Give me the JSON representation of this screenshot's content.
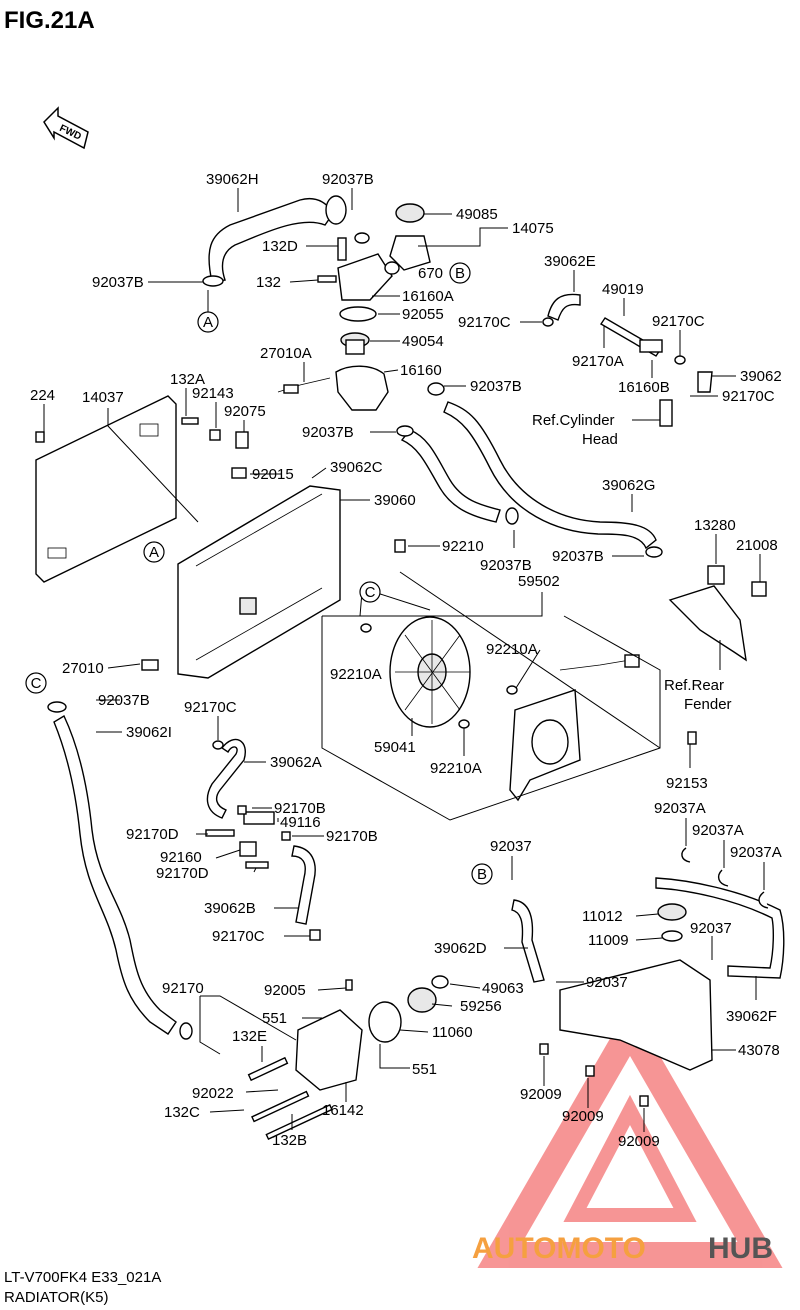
{
  "figure": {
    "title": "FIG.21A",
    "fwd_label": "FWD",
    "model_code": "LT-V700FK4 E33_021A",
    "section_name": "RADIATOR(K5)"
  },
  "watermark": {
    "part1": "AUTOMOTO",
    "part2": "HUB",
    "color_red": "#f04040",
    "color_orange": "#f5a040",
    "color_gray": "#555555"
  },
  "circle_refs": {
    "a": "A",
    "b": "B",
    "c": "C"
  },
  "parts": {
    "p39062H": "39062H",
    "p92037B_1": "92037B",
    "p49085": "49085",
    "p14075": "14075",
    "p132D": "132D",
    "p670": "670",
    "p92037B_2": "92037B",
    "p132": "132",
    "p16160A": "16160A",
    "p92055": "92055",
    "p49054": "49054",
    "p39062E": "39062E",
    "p49019": "49019",
    "p92170C_1": "92170C",
    "p92170C_2": "92170C",
    "p92170A": "92170A",
    "p16160B": "16160B",
    "p39062": "39062",
    "p92170C_3": "92170C",
    "p27010A": "27010A",
    "p16160": "16160",
    "p92037B_3": "92037B",
    "p132A": "132A",
    "p224": "224",
    "p14037": "14037",
    "p92143": "92143",
    "p92075": "92075",
    "p92037B_4": "92037B",
    "p39062C": "39062C",
    "p92015": "92015",
    "p39060": "39060",
    "p39062G": "39062G",
    "p13280": "13280",
    "p21008": "21008",
    "p92210": "92210",
    "p92037B_5": "92037B",
    "p92037B_6": "92037B",
    "p59502": "59502",
    "p27010": "27010",
    "p92210A_1": "92210A",
    "p92210A_2": "92210A",
    "p59041": "59041",
    "p92210A_3": "92210A",
    "p92153": "92153",
    "p92037B_7": "92037B",
    "p39062I": "39062I",
    "p92170C_4": "92170C",
    "p39062A": "39062A",
    "p92170B_1": "92170B",
    "p49116": "49116",
    "p92170D_1": "92170D",
    "p92170B_2": "92170B",
    "p92160": "92160",
    "p92170D_2": "92170D",
    "p39062B": "39062B",
    "p92170C_5": "92170C",
    "p92037A_1": "92037A",
    "p92037A_2": "92037A",
    "p92037A_3": "92037A",
    "p92037_1": "92037",
    "p11012": "11012",
    "p92037_2": "92037",
    "p11009": "11009",
    "p39062D": "39062D",
    "p92005": "92005",
    "p49063": "49063",
    "p92037_3": "92037",
    "p59256": "59256",
    "p39062F": "39062F",
    "p92170": "92170",
    "p551_1": "551",
    "p132E": "132E",
    "p11060": "11060",
    "p43078": "43078",
    "p551_2": "551",
    "p92022": "92022",
    "p92009_1": "92009",
    "p132C": "132C",
    "p16142": "16142",
    "p92009_2": "92009",
    "p92009_3": "92009",
    "p132B": "132B"
  },
  "references": {
    "cyl_head_1": "Ref.Cylinder",
    "cyl_head_2": "Head",
    "rear_fender_1": "Ref.Rear",
    "rear_fender_2": "Fender"
  }
}
